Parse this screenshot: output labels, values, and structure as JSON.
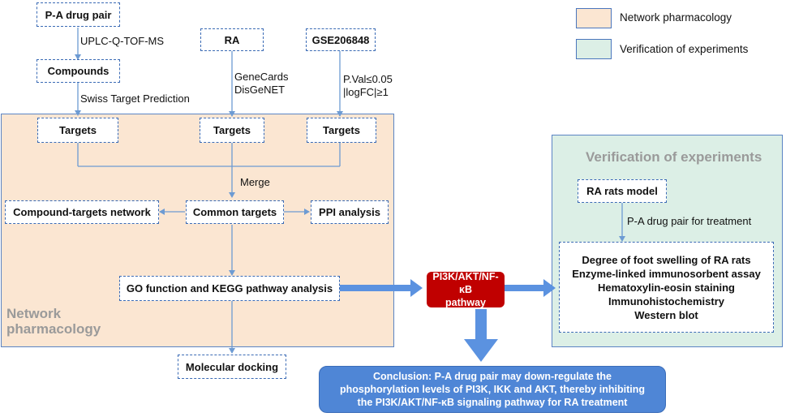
{
  "colors": {
    "network_fill": "#fbe6d2",
    "network_border": "#5b84c4",
    "verify_fill": "#dcefe6",
    "verify_border": "#5b84c4",
    "box_border": "#3b6bb5",
    "line": "#6d9bd3",
    "pathway_fill": "#c00000",
    "conclusion_fill": "#4f86d6",
    "big_arrow": "#5b92e0"
  },
  "legend": {
    "items": [
      {
        "label": "Network pharmacology",
        "color": "#fbe6d2"
      },
      {
        "label": "Verification of experiments",
        "color": "#dcefe6"
      }
    ]
  },
  "top": {
    "drug_pair": "P-A drug pair",
    "method_uplc": "UPLC-Q-TOF-MS",
    "compounds": "Compounds",
    "swiss": "Swiss Target Prediction",
    "ra": "RA",
    "genecards": "GeneCards",
    "disgenet": "DisGeNET",
    "gse": "GSE206848",
    "pval": "P.Val≤0.05",
    "logfc": "|logFC|≥1"
  },
  "network": {
    "title_line1": "Network",
    "title_line2": "pharmacology",
    "targets": [
      "Targets",
      "Targets",
      "Targets"
    ],
    "merge": "Merge",
    "compound_network": "Compound-targets network",
    "common_targets": "Common targets",
    "ppi": "PPI analysis",
    "go_kegg": "GO function and KEGG pathway analysis",
    "docking": "Molecular docking"
  },
  "pathway": {
    "line1": "PI3K/AKT/NF-κB",
    "line2": "pathway"
  },
  "verification": {
    "title": "Verification of experiments",
    "model": "RA rats model",
    "treatment": "P-A drug pair for treatment",
    "assays": [
      "Degree of foot swelling of RA rats",
      "Enzyme-linked immunosorbent assay",
      "Hematoxylin-eosin staining",
      "Immunohistochemistry",
      "Western blot"
    ]
  },
  "conclusion": {
    "lines": [
      "Conclusion: P-A drug pair may down-regulate the",
      "phosphorylation levels of PI3K, IKK and AKT, thereby inhibiting",
      "the PI3K/AKT/NF-κB signaling pathway for RA treatment"
    ]
  }
}
